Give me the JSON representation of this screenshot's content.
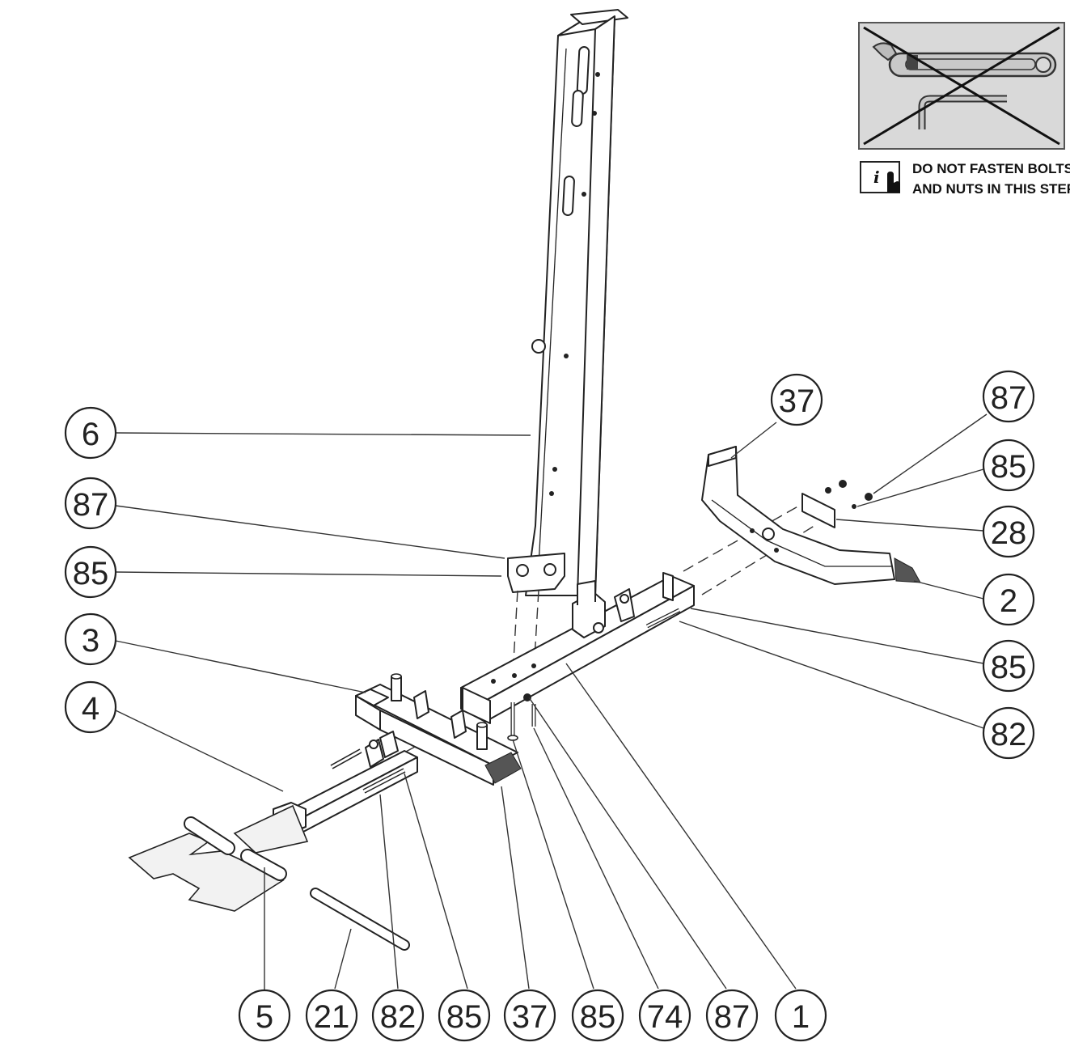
{
  "notice": {
    "line1": "DO NOT FASTEN BOLTS",
    "line2": "AND NUTS IN THIS STEP",
    "icon_info": "info-manual-icon",
    "icon_tools": "wrench-and-hex-key-crossed-icon"
  },
  "callouts": [
    {
      "id": "c-6",
      "label": "6"
    },
    {
      "id": "c-87-left",
      "label": "87"
    },
    {
      "id": "c-85-left",
      "label": "85"
    },
    {
      "id": "c-3",
      "label": "3"
    },
    {
      "id": "c-4",
      "label": "4"
    },
    {
      "id": "c-37-top",
      "label": "37"
    },
    {
      "id": "c-87-right",
      "label": "87"
    },
    {
      "id": "c-85-right-top",
      "label": "85"
    },
    {
      "id": "c-28",
      "label": "28"
    },
    {
      "id": "c-2",
      "label": "2"
    },
    {
      "id": "c-85-right-mid",
      "label": "85"
    },
    {
      "id": "c-82-right",
      "label": "82"
    },
    {
      "id": "c-5",
      "label": "5"
    },
    {
      "id": "c-21",
      "label": "21"
    },
    {
      "id": "c-82-bottom",
      "label": "82"
    },
    {
      "id": "c-85-bottom-a",
      "label": "85"
    },
    {
      "id": "c-37-bottom",
      "label": "37"
    },
    {
      "id": "c-85-bottom-b",
      "label": "85"
    },
    {
      "id": "c-74",
      "label": "74"
    },
    {
      "id": "c-87-bottom",
      "label": "87"
    },
    {
      "id": "c-1",
      "label": "1"
    }
  ]
}
